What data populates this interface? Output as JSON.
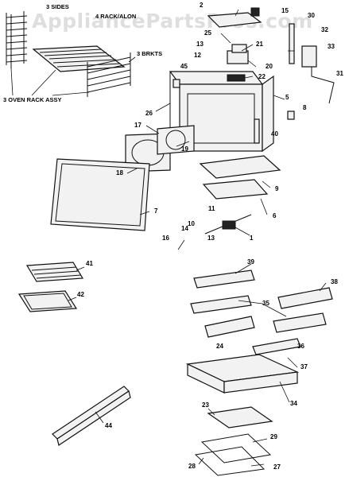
{
  "watermark": "AppliancePartsPros.com",
  "notes": {
    "sides": "3 SIDES",
    "rack": "4 RACK/ALON",
    "brkts": "3 BRKTS",
    "oven_rack_assy": "3 OVEN RACK ASSY"
  },
  "callouts": {
    "n1": "1",
    "n2": "2",
    "n5": "5",
    "n6": "6",
    "n7": "7",
    "n8": "8",
    "n9": "9",
    "n10": "10",
    "n11": "11",
    "n12": "12",
    "n13a": "13",
    "n13b": "13",
    "n14": "14",
    "n15": "15",
    "n16": "16",
    "n17": "17",
    "n18": "18",
    "n19": "19",
    "n20": "20",
    "n21": "21",
    "n22": "22",
    "n23": "23",
    "n24": "24",
    "n25": "25",
    "n26": "26",
    "n27": "27",
    "n28": "28",
    "n29": "29",
    "n30": "30",
    "n31": "31",
    "n32": "32",
    "n33": "33",
    "n34": "34",
    "n35": "35",
    "n36": "36",
    "n37": "37",
    "n38": "38",
    "n39": "39",
    "n40": "40",
    "n41": "41",
    "n42": "42",
    "n44": "44",
    "n45": "45"
  }
}
